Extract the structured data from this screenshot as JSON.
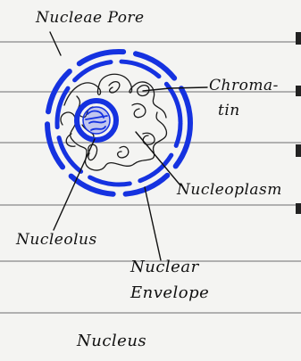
{
  "labels": {
    "nuclear_pore": "Nucleae Pore",
    "chromatin_line1": "Chroma-",
    "chromatin_line2": "tin",
    "nucleoplasm": "Nucleoplasm",
    "nucleolus": "Nucleolus",
    "nuclear_envelope_line1": "Nuclear",
    "nuclear_envelope_line2": "Envelope",
    "caption": "Nucleus"
  },
  "colors": {
    "ink": "#111111",
    "envelope": "#1532e0",
    "paper": "#f4f4f2",
    "ruling": "#9a9a9a"
  }
}
